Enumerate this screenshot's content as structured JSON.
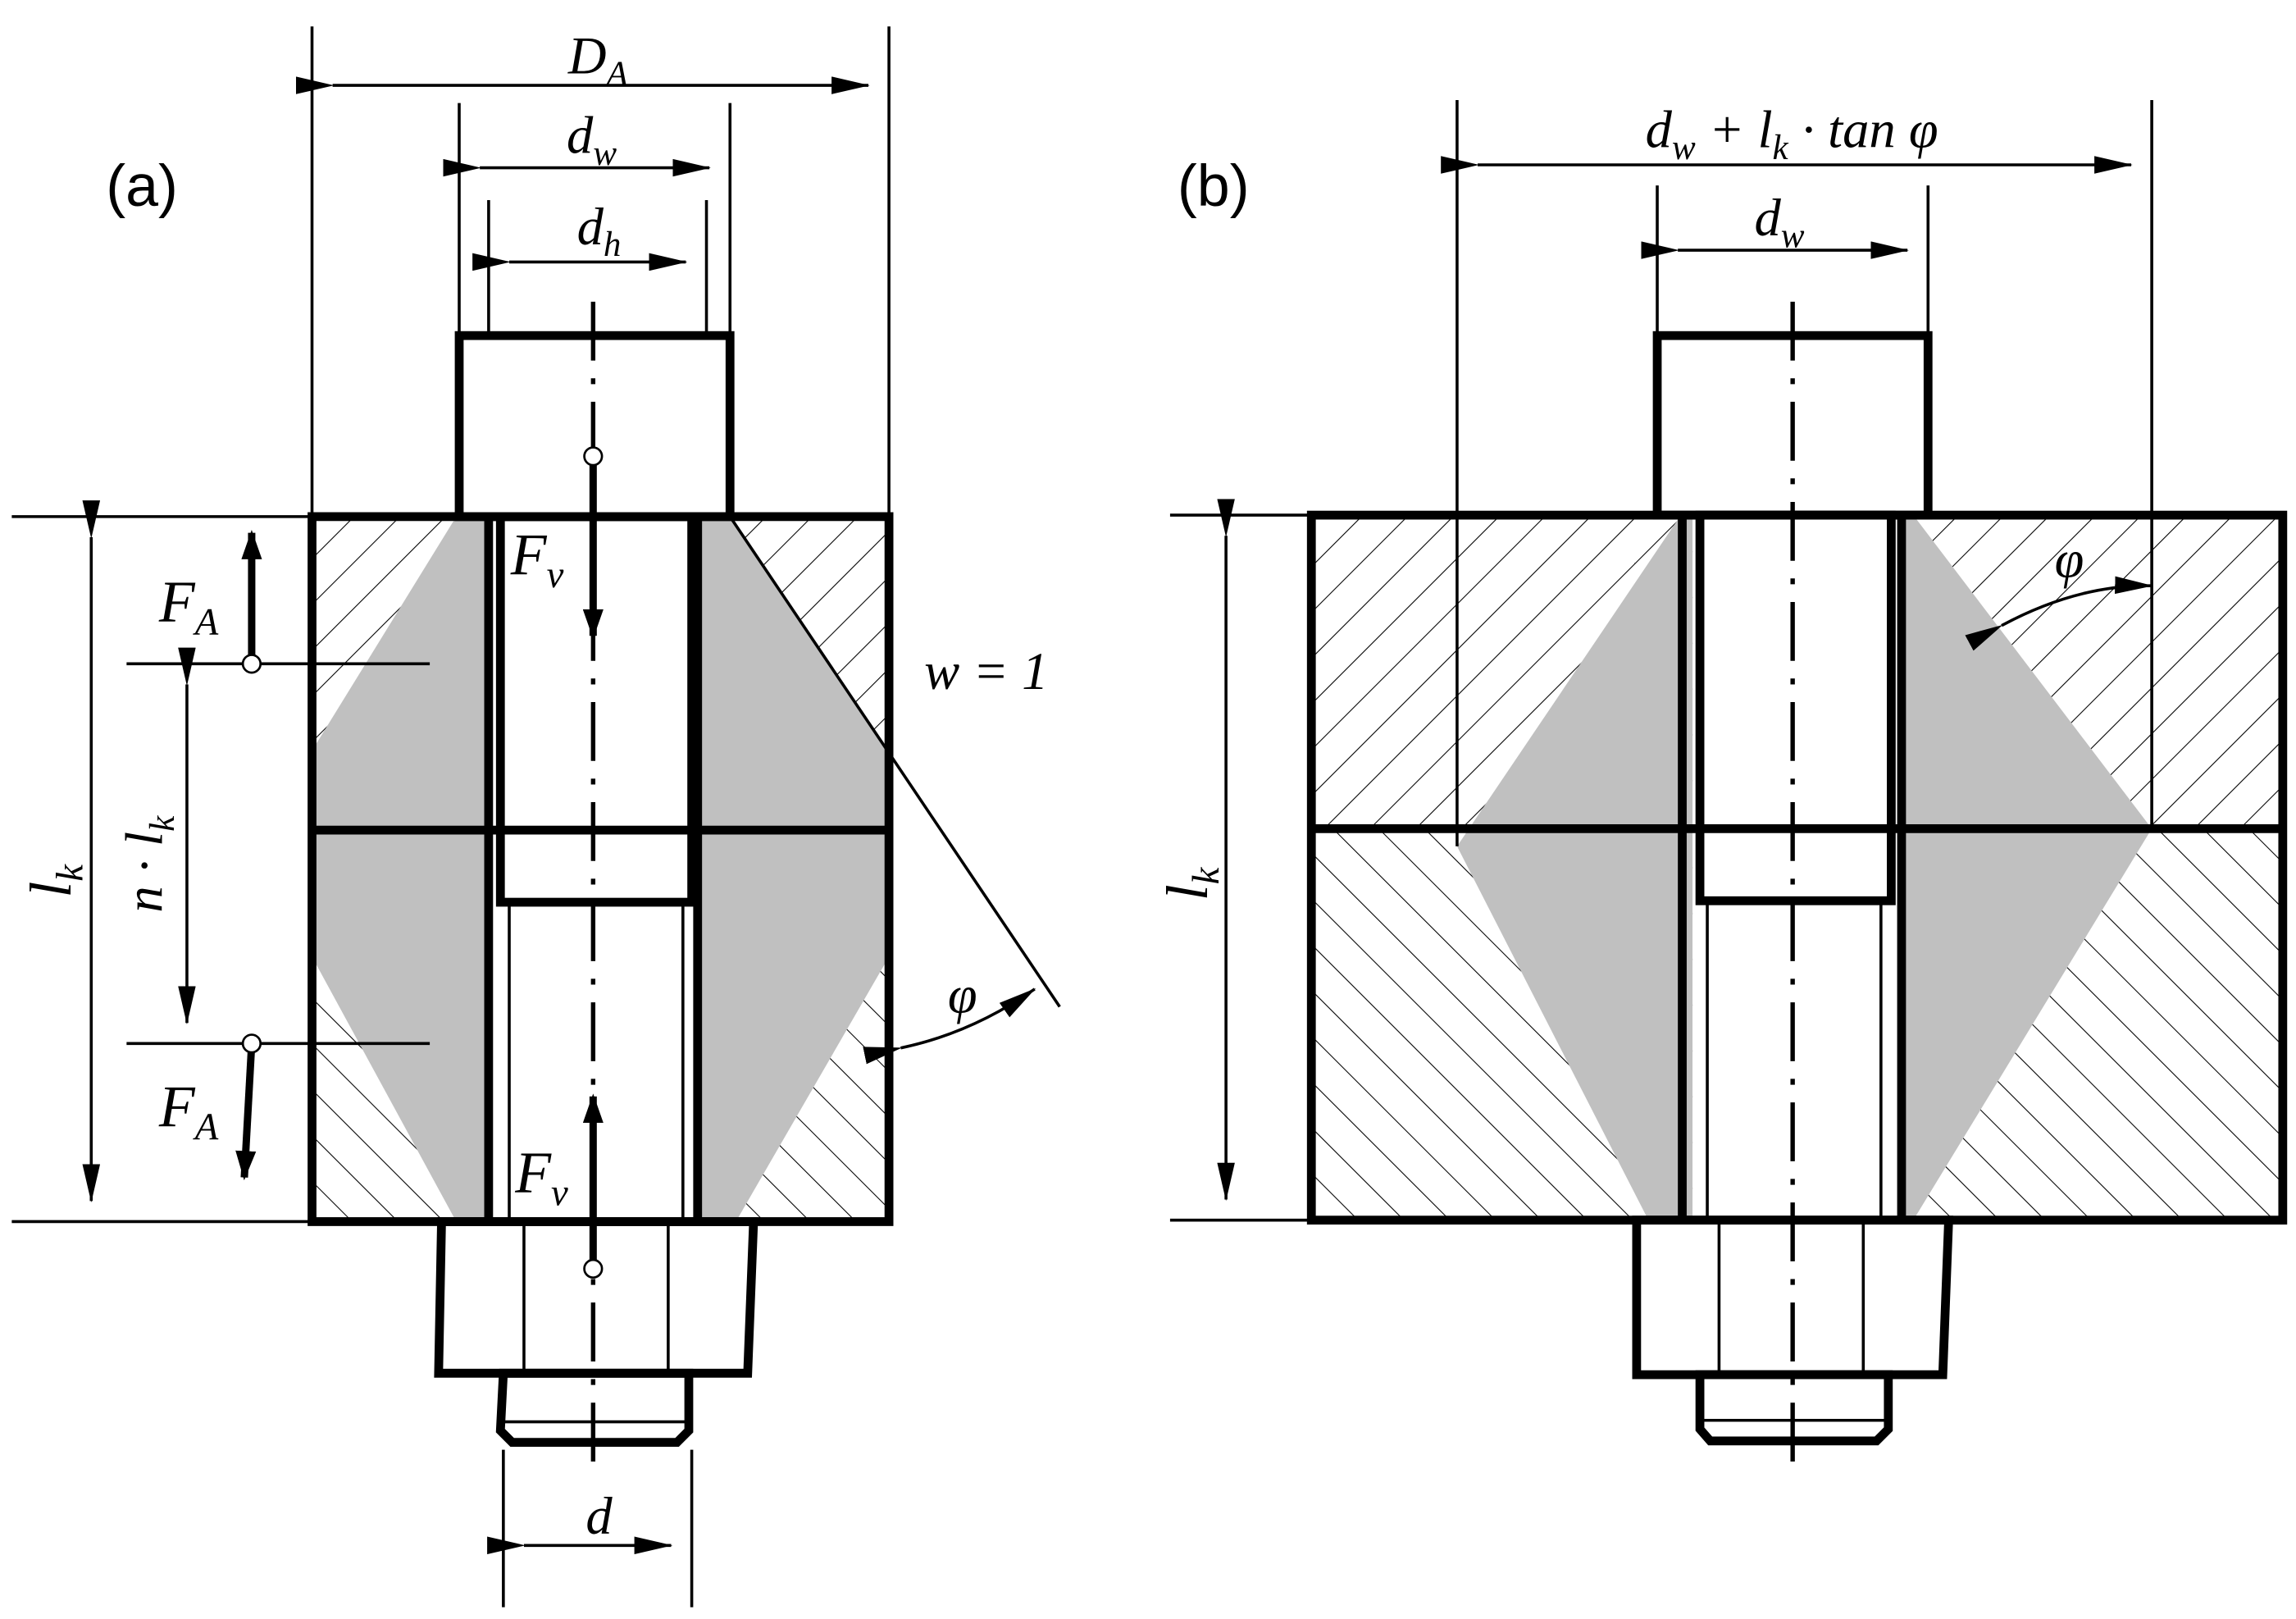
{
  "panels": {
    "a": {
      "label": "(a)",
      "dim_DA": "D",
      "dim_DA_sub": "A",
      "dim_dw": "d",
      "dim_dw_sub": "w",
      "dim_dh": "d",
      "dim_dh_sub": "h",
      "dim_lk": "l",
      "dim_lk_sub": "k",
      "dim_nlk_n": "n · l",
      "dim_nlk_sub": "k",
      "force_FA": "F",
      "force_FA_sub": "A",
      "force_Fv": "F",
      "force_Fv_sub": "v",
      "w_label": "w = 1",
      "angle": "φ",
      "dim_d": "d"
    },
    "b": {
      "label": "(b)",
      "dim_top_d": "d",
      "dim_top_d_sub": "w",
      "dim_top_plus": " + l",
      "dim_top_k_sub": "k",
      "dim_top_rest": " · tan φ",
      "dim_dw": "d",
      "dim_dw_sub": "w",
      "dim_lk": "l",
      "dim_lk_sub": "k",
      "angle": "φ"
    }
  },
  "colors": {
    "cone_fill": "#c0c0c0",
    "line": "#000000",
    "background": "#ffffff"
  }
}
